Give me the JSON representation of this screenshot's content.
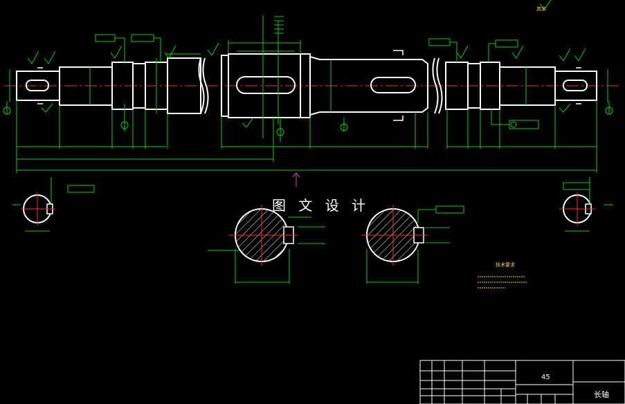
{
  "watermark": "图 文 设 计",
  "title_block": {
    "material": "45",
    "part_name": "长轴"
  },
  "notes": {
    "technical_requirements": "技术要求",
    "roughness_label": "其余"
  },
  "colors": {
    "background": "#000000",
    "outline": "#ffffff",
    "dimension": "#00d000",
    "center_line": "#ff2a2a",
    "text_yellow": "#ffd24a",
    "arrow_magenta": "#d040d0"
  }
}
